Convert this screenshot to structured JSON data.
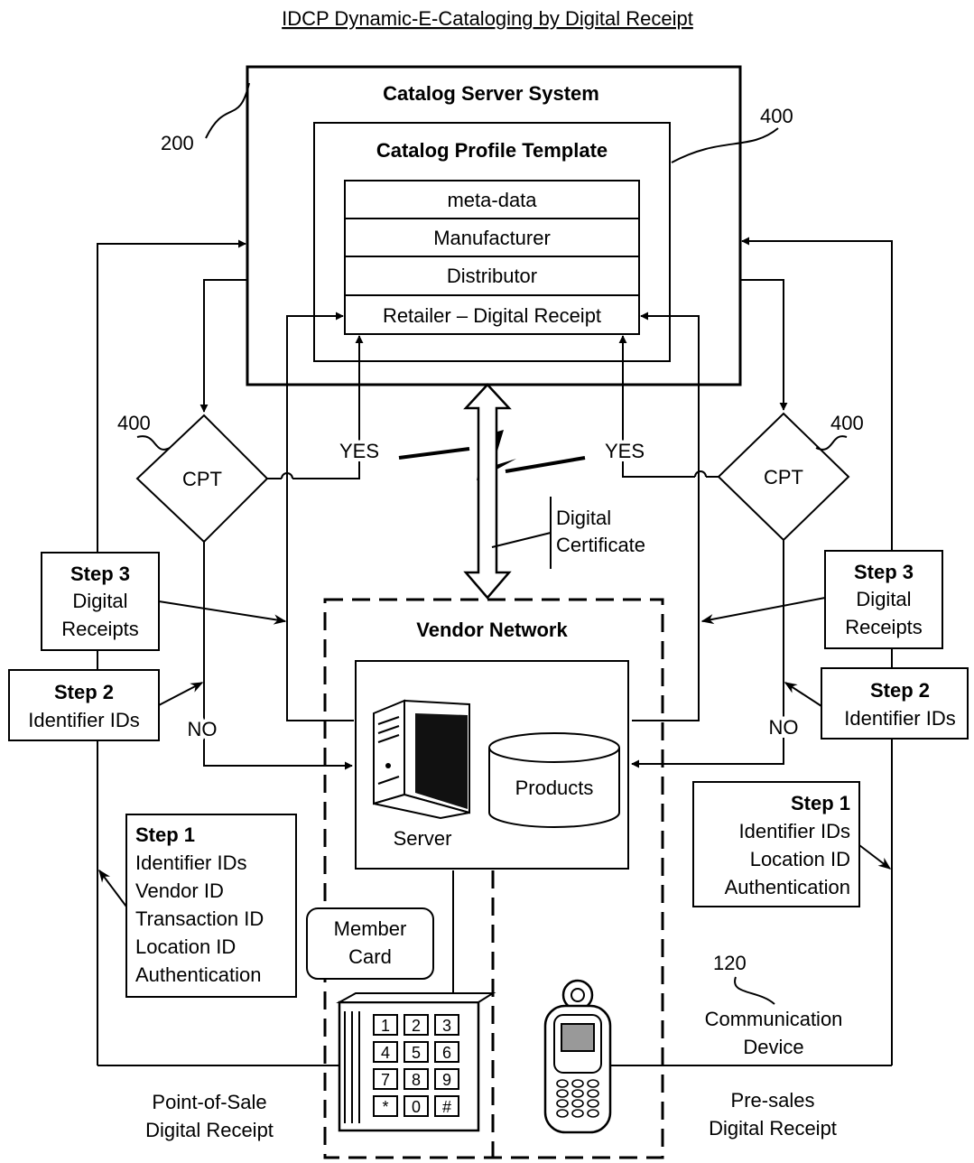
{
  "title": "IDCP Dynamic-E-Cataloging by Digital Receipt",
  "refs": {
    "catalog_server": "200",
    "cpt_template": "400",
    "cpt_left": "400",
    "cpt_right": "400",
    "comm_device": "120"
  },
  "catalog_server": {
    "title": "Catalog Server System",
    "template_title": "Catalog Profile Template",
    "rows": [
      "meta-data",
      "Manufacturer",
      "Distributor",
      "Retailer – Digital Receipt"
    ]
  },
  "cpt_label": "CPT",
  "decisions": {
    "yes": "YES",
    "no": "NO"
  },
  "certificate": [
    "Digital",
    "Certificate"
  ],
  "vendor_network": {
    "title": "Vendor Network",
    "server_label": "Server",
    "products_label": "Products"
  },
  "member_card": [
    "Member",
    "Card"
  ],
  "left_steps": {
    "step3": {
      "title": "Step 3",
      "lines": [
        "Digital",
        "Receipts"
      ]
    },
    "step2": {
      "title": "Step 2",
      "lines": [
        "Identifier IDs"
      ]
    },
    "step1": {
      "title": "Step 1",
      "lines": [
        "Identifier IDs",
        "Vendor ID",
        "Transaction ID",
        "Location ID",
        "Authentication"
      ]
    }
  },
  "right_steps": {
    "step3": {
      "title": "Step 3",
      "lines": [
        "Digital",
        "Receipts"
      ]
    },
    "step2": {
      "title": "Step 2",
      "lines": [
        "Identifier IDs"
      ]
    },
    "step1": {
      "title": "Step 1",
      "lines": [
        "Identifier IDs",
        "Location ID",
        "Authentication"
      ]
    }
  },
  "keypad_keys": [
    "1",
    "2",
    "3",
    "4",
    "5",
    "6",
    "7",
    "8",
    "9",
    "*",
    "0",
    "#"
  ],
  "comm_device_label": [
    "Communication",
    "Device"
  ],
  "pos_label": [
    "Point-of-Sale",
    "Digital Receipt"
  ],
  "presales_label": [
    "Pre-sales",
    "Digital Receipt"
  ]
}
